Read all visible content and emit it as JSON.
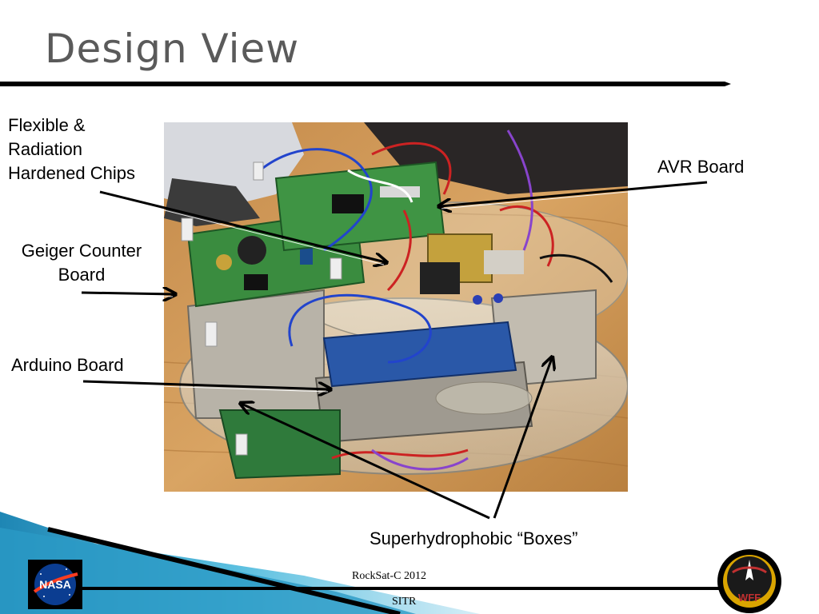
{
  "slide": {
    "title": "Design View"
  },
  "labels": {
    "flexible_chips": "Flexible &\nRadiation\nHardened Chips",
    "avr_board": "AVR Board",
    "geiger_board": "Geiger Counter\nBoard",
    "arduino_board": "Arduino Board",
    "superhydrophobic": "Superhydrophobic “Boxes”"
  },
  "footer": {
    "line1": "RockSat-C 2012",
    "line2": "SITR"
  },
  "logos": {
    "nasa": "NASA",
    "wff": "WFF"
  },
  "colors": {
    "title_gray": "#5a5a5a",
    "footer_blue": "#3aa3c9",
    "nasa_blue": "#0b3d91",
    "nasa_red": "#fc3d21"
  }
}
